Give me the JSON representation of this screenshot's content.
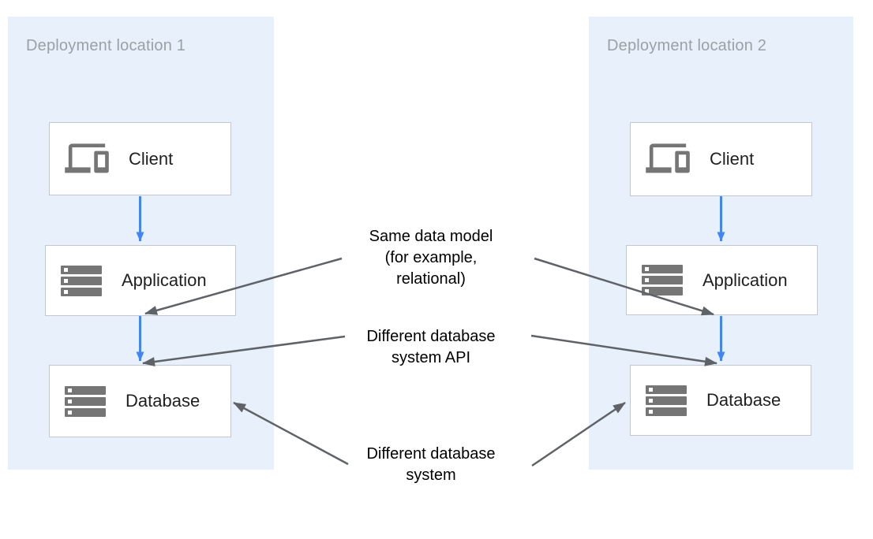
{
  "panels": [
    {
      "title": "Deployment location 1",
      "nodes": [
        {
          "label": "Client",
          "icon": "devices-icon"
        },
        {
          "label": "Application",
          "icon": "server-stack-icon"
        },
        {
          "label": "Database",
          "icon": "server-stack-icon"
        }
      ]
    },
    {
      "title": "Deployment location 2",
      "nodes": [
        {
          "label": "Client",
          "icon": "devices-icon"
        },
        {
          "label": "Application",
          "icon": "server-stack-icon"
        },
        {
          "label": "Database",
          "icon": "server-stack-icon"
        }
      ]
    }
  ],
  "annotations": [
    {
      "text": "Same data model (for example, relational)",
      "lines": [
        "Same data model",
        "(for example,",
        "relational)"
      ],
      "points_to": [
        "left application-database link",
        "right application-database link"
      ]
    },
    {
      "text": "Different database system API",
      "lines": [
        "Different database",
        "system API"
      ],
      "points_to": [
        "left database top",
        "right database top"
      ]
    },
    {
      "text": "Different database system",
      "lines": [
        "Different database",
        "system"
      ],
      "points_to": [
        "left database",
        "right database"
      ]
    }
  ],
  "flows": [
    "Client to Application (location 1)",
    "Application to Database (location 1)",
    "Client to Application (location 2)",
    "Application to Database (location 2)"
  ],
  "colors": {
    "panel_background": "#e8f1fb",
    "panel_title": "#9aa0a6",
    "box_border": "#c2c8cd",
    "box_background": "#ffffff",
    "box_label": "#212121",
    "icon_gray": "#757575",
    "flow_arrow_blue": "#4285f4",
    "annotation_arrow_gray": "#5f6368",
    "annotation_text": "#000000"
  }
}
